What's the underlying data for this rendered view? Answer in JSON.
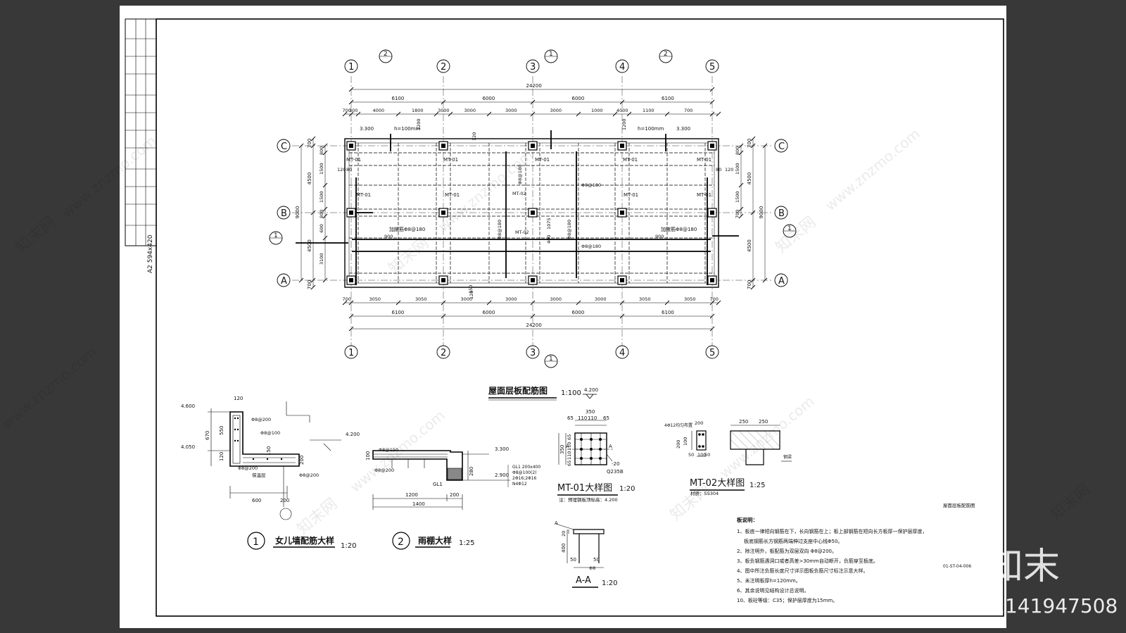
{
  "sheet": {
    "paper_label": "A2 594x420",
    "sheet_code": "01-ST-04-006",
    "title_block_text": "屋面层板配筋图"
  },
  "plan": {
    "title": "屋面层板配筋图",
    "scale": "1:100",
    "level": "4.200",
    "column_labels": [
      "1",
      "2",
      "3",
      "4",
      "5"
    ],
    "row_labels": [
      "A",
      "B",
      "C"
    ],
    "section_markers": [
      "1",
      "2"
    ],
    "top_dims": [
      "6100",
      "6000",
      "6000",
      "6100"
    ],
    "top_total": "24200",
    "top_sub_dims": [
      "700",
      "300",
      "4000",
      "1800",
      "3000",
      "3000",
      "3000",
      "3000",
      "1000",
      "4000",
      "1100",
      "700"
    ],
    "bottom_sub_dims": [
      "700",
      "3050",
      "3050",
      "3000",
      "3000",
      "3000",
      "3000",
      "3050",
      "3050",
      "700"
    ],
    "bottom_dims": [
      "6100",
      "6000",
      "6000",
      "6100"
    ],
    "bottom_total": "24200",
    "left_dims": [
      "700",
      "4500",
      "4500",
      "700"
    ],
    "left_total": "9000",
    "left_sub_dims": [
      "800",
      "1500",
      "1500",
      "800",
      "600",
      "3100"
    ],
    "left_note_pair": [
      "120",
      "80"
    ],
    "right_dims": [
      "700",
      "4500",
      "4500",
      "700"
    ],
    "right_total": "9000",
    "right_sub_dims": [
      "800",
      "1500",
      "1500",
      "700"
    ],
    "right_note_pair": [
      "80",
      "120"
    ],
    "elev_marks": [
      "3.300",
      "3.300"
    ],
    "h_notes": [
      "h=100mm",
      "h=100mm"
    ],
    "small_dims": [
      "1200",
      "1200",
      "120",
      "120",
      "150",
      "900",
      "900",
      "1075",
      "400"
    ],
    "mt_labels": [
      "MT-01",
      "MT-01",
      "MT-01",
      "MT-01",
      "MT-01",
      "MT-01",
      "MT-01",
      "MT-01",
      "MT-01",
      "MT-02",
      "MT-02"
    ],
    "rebar_notes": [
      "加腋筋Φ8@180",
      "加腋筋Φ8@180",
      "Φ8@180",
      "Φ8@180",
      "Φ8@180",
      "Φ8@180",
      "Φ8@180"
    ]
  },
  "detail1": {
    "num": "1",
    "title": "女儿墙配筋大样",
    "scale": "1:20",
    "levels": [
      "4.600",
      "4.050",
      "4.200"
    ],
    "dims": [
      "120",
      "670",
      "550",
      "120",
      "600",
      "200",
      "150",
      "200"
    ],
    "notes": [
      "Φ8@200",
      "Φ8@100",
      "Φ8@200",
      "Φ8@200",
      "保温层"
    ]
  },
  "detail2": {
    "num": "2",
    "title": "雨棚大样",
    "scale": "1:25",
    "levels": [
      "3.300",
      "2.900"
    ],
    "dims": [
      "1200",
      "200",
      "1400",
      "100",
      "280"
    ],
    "notes": [
      "Φ8@150",
      "Φ8@200",
      "GL1",
      "GL1 200x400",
      "Φ8@100(2)",
      "2Φ16;2Φ16",
      "N4Φ12"
    ]
  },
  "mt01": {
    "title": "MT-01大样图",
    "scale": "1:20",
    "dims": [
      "350",
      "65",
      "110",
      "110",
      "65",
      "65",
      "110",
      "110",
      "65",
      "350"
    ],
    "notes": [
      "A",
      "A",
      "-20",
      "Q235B",
      "注：预埋钢板顶标高：4.200"
    ]
  },
  "mt02": {
    "title": "MT-02大样图",
    "scale": "1:25",
    "dims": [
      "250",
      "250",
      "50",
      "100",
      "50",
      "200",
      "200",
      "100"
    ],
    "notes": [
      "4Φ12均匀布置",
      "钢梁",
      "材质：SS304"
    ]
  },
  "section_aa": {
    "title": "A-A",
    "scale": "1:20",
    "dims": [
      "20",
      "400",
      "50",
      "50"
    ],
    "notes": [
      "A",
      "Φ8"
    ]
  },
  "notes": {
    "heading": "板说明：",
    "items": [
      "1、板底一律短向钢筋在下，长向钢筋在上；板上部钢筋在短向长方板厚一保护层厚度，",
      "板底钢筋长方钢筋两端伸过支座中心线Φ50。",
      "2、除注明外，板配筋为双层双向 Φ8@200。",
      "3、板负钢筋遇洞口或者高差>30mm自动断开，负筋穿至板底。",
      "4、图中所注负筋长度尺寸详示图板负筋尺寸标注示意大样。",
      "5、未注明板厚h=120mm。",
      "6、其余说明见结构设计总说明。",
      "10、板砼等级：C35；保护层厚度为15mm。"
    ]
  },
  "watermarks": {
    "site": "www.znzmo.com",
    "brand": "知末网",
    "logo": "知末",
    "id": "ID: 1141947508"
  }
}
